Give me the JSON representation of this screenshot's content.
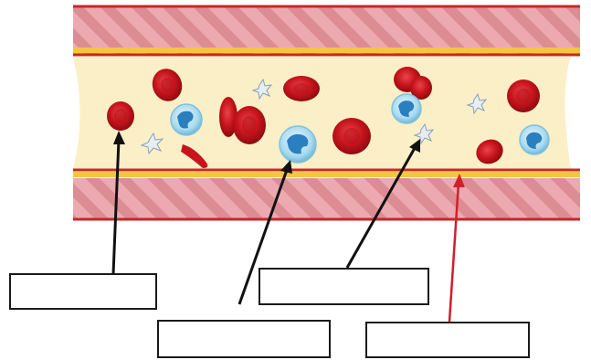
{
  "labels": [
    {
      "id": "label-red-blood-cell",
      "text": ""
    },
    {
      "id": "label-white-blood-cell",
      "text": ""
    },
    {
      "id": "label-platelet",
      "text": ""
    },
    {
      "id": "label-plasma",
      "text": ""
    }
  ],
  "colors": {
    "vessel_wall": "#e8a0a4",
    "vessel_stripe": "#d9858b",
    "wall_edge": "#c62828",
    "yellow_band": "#f4c542",
    "plasma": "#fbefc8",
    "red_cell": "#c8141c",
    "white_cell": "#a9dbef",
    "white_nucleus": "#2a7fc0",
    "platelet": "#e6eef4",
    "arrow_black": "#111111",
    "arrow_red": "#d21f2b"
  }
}
